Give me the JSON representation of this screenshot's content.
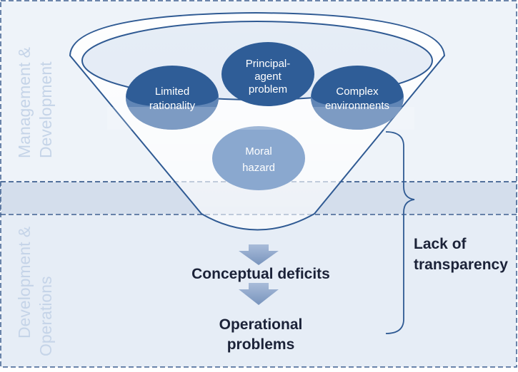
{
  "zones": {
    "top_label_line1": "Management &",
    "top_label_line2": "Development",
    "bottom_label_line1": "Development &",
    "bottom_label_line2": "Operations"
  },
  "causes": {
    "principal_agent_line1": "Principal-",
    "principal_agent_line2": "agent",
    "principal_agent_line3": "problem",
    "limited_rationality_line1": "Limited",
    "limited_rationality_line2": "rationality",
    "complex_environments_line1": "Complex",
    "complex_environments_line2": "environments",
    "moral_hazard_line1": "Moral",
    "moral_hazard_line2": "hazard"
  },
  "outcomes": {
    "conceptual_deficits": "Conceptual deficits",
    "operational_line1": "Operational",
    "operational_line2": "problems"
  },
  "bracket": {
    "label_line1": "Lack of",
    "label_line2": "transparency"
  },
  "colors": {
    "zone_top_fill": "#eef3f9",
    "zone_bottom_fill": "#e6edf6",
    "zone_overlap_fill": "#d4deec",
    "zone_border": "#3d5f8f",
    "zone_label_text": "#c5d4e8",
    "funnel_outline": "#2f5a93",
    "ellipse_dark": "#2f5d97",
    "ellipse_light": "#8aa8cf",
    "arrow_fill": "#8aa3c8",
    "outcome_text": "#1b2238"
  }
}
